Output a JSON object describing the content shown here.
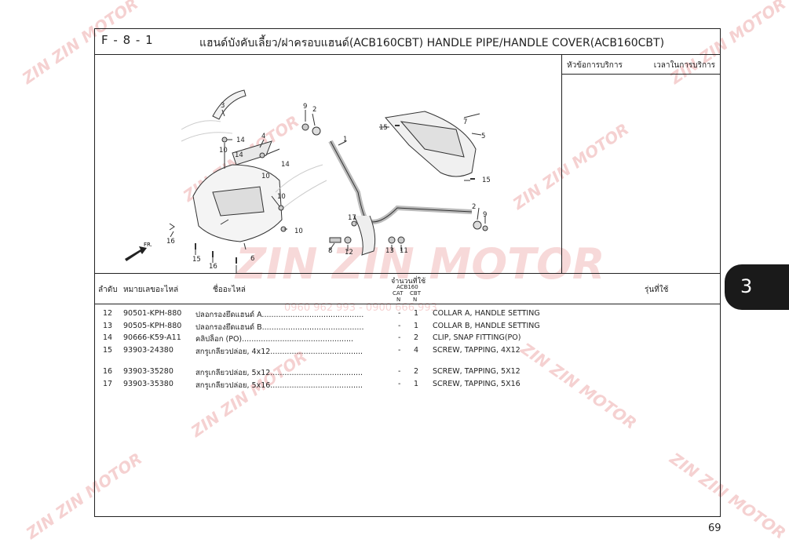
{
  "header": {
    "section_code": "F - 8 - 1",
    "title": "แฮนด์บังคับเลี้ยว/ฝาครอบแฮนด์(ACB160CBT)  HANDLE PIPE/HANDLE COVER(ACB160CBT)"
  },
  "service": {
    "col_item": "หัวข้อการบริการ",
    "col_time": "เวลาในการบริการ"
  },
  "diagram": {
    "callouts": [
      "1",
      "2",
      "3",
      "4",
      "5",
      "6",
      "7",
      "8",
      "9",
      "10",
      "11",
      "12",
      "13",
      "14",
      "15",
      "16",
      "17",
      "2",
      "9",
      "10",
      "10",
      "10",
      "14",
      "14",
      "15",
      "15",
      "15",
      "16"
    ],
    "fr_label": "FR."
  },
  "parts_table": {
    "headers": {
      "ref": "ลำดับ",
      "part_no": "หมายเลขอะไหล่",
      "name": "ชื่ออะไหล่",
      "qty": "จำนวนที่ใช้",
      "qty_sub": "ACB160",
      "cat": "CAT",
      "cbt": "CBT",
      "n1": "N",
      "n2": "N",
      "model": "รุ่นที่ใช้"
    },
    "groups": [
      [
        {
          "ref": "12",
          "part_no": "90501-KPH-880",
          "name_th": "ปลอกรองยึดแฮนด์ A",
          "cat": "-",
          "cbt": "1",
          "name_en": "COLLAR A, HANDLE SETTING"
        },
        {
          "ref": "13",
          "part_no": "90505-KPH-880",
          "name_th": "ปลอกรองยึดแฮนด์ B",
          "cat": "-",
          "cbt": "1",
          "name_en": "COLLAR B, HANDLE SETTING"
        },
        {
          "ref": "14",
          "part_no": "90666-K59-A11",
          "name_th": "คลิปล็อก (PO)",
          "cat": "-",
          "cbt": "2",
          "name_en": "CLIP, SNAP FITTING(PO)"
        },
        {
          "ref": "15",
          "part_no": "93903-24380",
          "name_th": "สกรูเกลียวปล่อย, 4x12",
          "cat": "-",
          "cbt": "4",
          "name_en": "SCREW, TAPPING, 4X12"
        }
      ],
      [
        {
          "ref": "16",
          "part_no": "93903-35280",
          "name_th": "สกรูเกลียวปล่อย, 5x12",
          "cat": "-",
          "cbt": "2",
          "name_en": "SCREW, TAPPING, 5X12"
        },
        {
          "ref": "17",
          "part_no": "93903-35380",
          "name_th": "สกรูเกลียวปล่อย, 5x16",
          "cat": "-",
          "cbt": "1",
          "name_en": "SCREW, TAPPING, 5X16"
        }
      ]
    ]
  },
  "chapter_tab": "3",
  "page_number": "69",
  "watermark": {
    "brand": "ZIN ZIN MOTOR",
    "phone": "0960 962 993 - 0900 666 993"
  },
  "colors": {
    "watermark": "#dc5a5a",
    "tab_bg": "#1a1a1a",
    "line": "#222222"
  }
}
